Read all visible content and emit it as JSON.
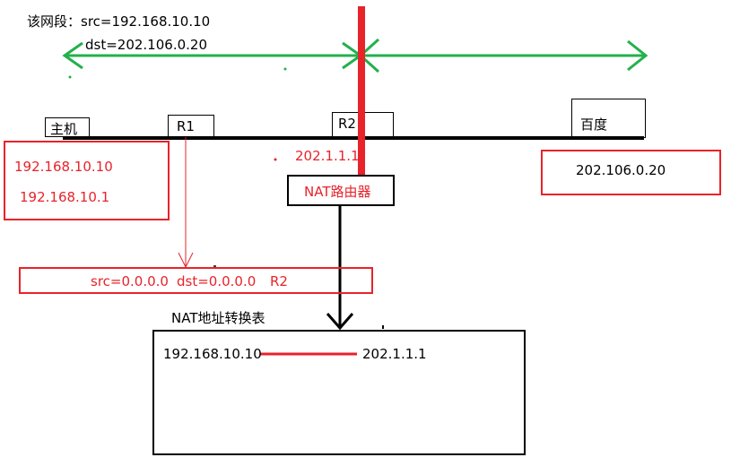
{
  "segment_note": {
    "src_line": "该网段：src=192.168.10.10",
    "dst_line": "dst=202.106.0.20"
  },
  "nodes": {
    "host": "主机",
    "r1": "R1",
    "r2": "R2",
    "baidu": "百度"
  },
  "host_box": {
    "ip1": "192.168.10.10",
    "ip2": "192.168.10.1"
  },
  "r2_public_ip": "202.1.1.1",
  "nat_router": "NAT路由器",
  "baidu_box": {
    "ip": "202.106.0.20"
  },
  "route_entry": {
    "src": "src=0.0.0.0",
    "dst": "dst=0.0.0.0",
    "next_hop": "R2"
  },
  "nat_table": {
    "title": "NAT地址转换表",
    "inside": "192.168.10.10",
    "outside": "202.1.1.1"
  },
  "colors": {
    "red": "#e8232a",
    "green": "#22b14c",
    "black": "#000000"
  }
}
